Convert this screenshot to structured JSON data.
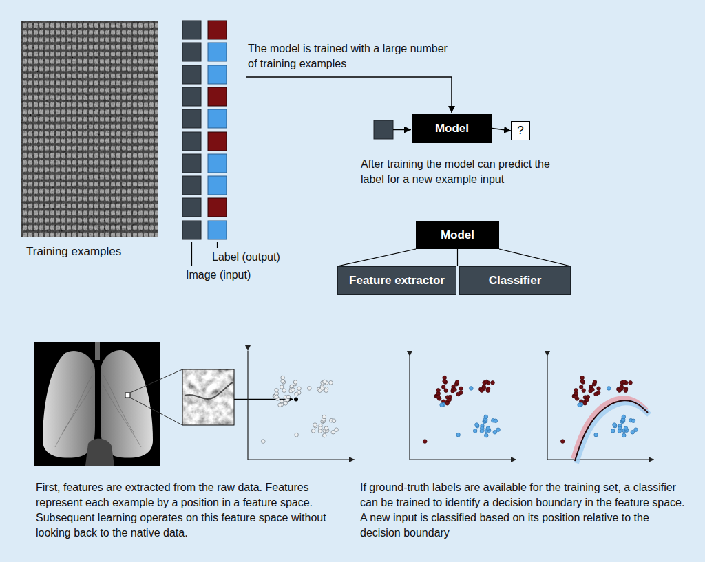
{
  "diagram": {
    "nodes": [
      {
        "text": [
          "Model"
        ]
      },
      {
        "text": [
          "?"
        ]
      },
      {
        "text": [
          "Model"
        ]
      },
      {
        "text": [
          "Feature extractor"
        ]
      },
      {
        "text": [
          "Classifier"
        ]
      }
    ],
    "edges": [
      {
        "from": 0,
        "to": 1,
        "arrow": "to"
      },
      {
        "from": 2,
        "to": 3,
        "arrow": "none"
      },
      {
        "from": 2,
        "to": 4,
        "arrow": "none"
      }
    ],
    "labels": [
      "Training examples",
      "The model is trained with a large number of training examples",
      "Label (output)",
      "Image (input)",
      "After training the model can predict the label for a new example input",
      "First, features are extracted from the raw data. Features represent each example by a position in a feature space. Subsequent learning operates on this feature space without looking back to the native data.",
      "If ground-truth labels are available for the training set, a classifier can be trained to identify a decision boundary in the feature space. A new input is classified based on its position relative to the decision boundary"
    ]
  }
}
